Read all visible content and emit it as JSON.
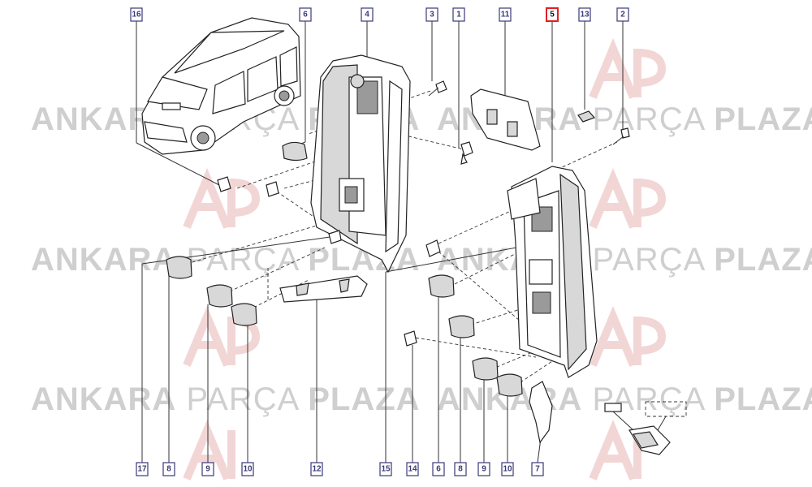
{
  "watermark": {
    "text_light": "ANKARA",
    "text_mid": "PARÇA",
    "text_bold": "PLAZA"
  },
  "callouts_top": [
    "16",
    "6",
    "4",
    "3",
    "1",
    "11",
    "5",
    "13",
    "2"
  ],
  "callouts_bottom": [
    "17",
    "8",
    "9",
    "10",
    "12",
    "15",
    "14",
    "6",
    "8",
    "9",
    "10",
    "7"
  ],
  "highlighted_callout": "5",
  "colors": {
    "callout_border": "#3a3a7a",
    "highlight_border": "#e02020",
    "watermark_text": "#cfcfcf",
    "watermark_logo": "#f2d6d6"
  }
}
